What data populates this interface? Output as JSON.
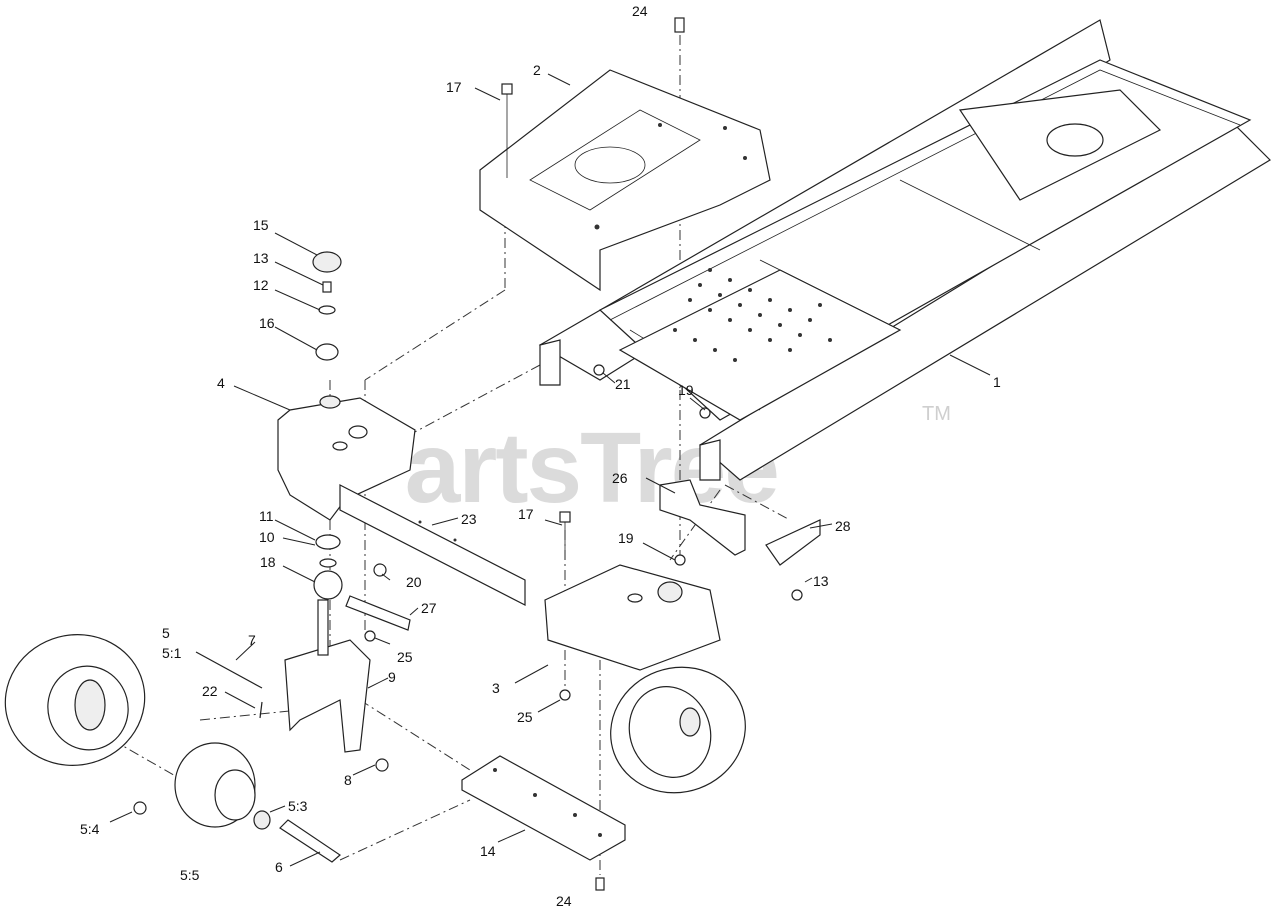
{
  "watermark": {
    "brand": "PartsTree",
    "trademark": "TM"
  },
  "callouts": {
    "c1": "1",
    "c2": "2",
    "c3": "3",
    "c4": "4",
    "c5": "5",
    "c5_1": "5:1",
    "c5_3": "5:3",
    "c5_4": "5:4",
    "c5_5": "5:5",
    "c6": "6",
    "c7": "7",
    "c8": "8",
    "c9": "9",
    "c10": "10",
    "c11": "11",
    "c12": "12",
    "c13a": "13",
    "c13b": "13",
    "c14": "14",
    "c15": "15",
    "c16": "16",
    "c17a": "17",
    "c17b": "17",
    "c18": "18",
    "c19a": "19",
    "c19b": "19",
    "c20": "20",
    "c21": "21",
    "c22": "22",
    "c23": "23",
    "c24a": "24",
    "c24b": "24",
    "c25a": "25",
    "c25b": "25",
    "c26": "26",
    "c27": "27",
    "c28": "28"
  }
}
